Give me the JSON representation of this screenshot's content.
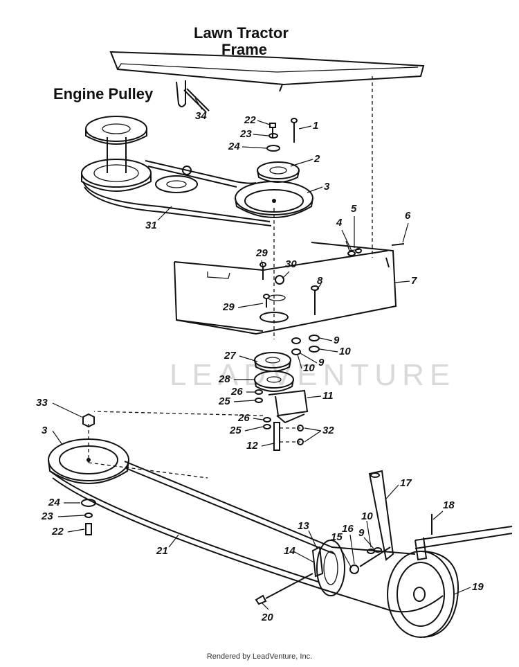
{
  "titles": {
    "frame": [
      "Lawn Tractor",
      "Frame"
    ],
    "engine_pulley": "Engine Pulley"
  },
  "watermark": "LEADVENTURE",
  "footer": "Rendered by LeadVenture, Inc.",
  "callouts": [
    "34",
    "22",
    "23",
    "24",
    "1",
    "2",
    "3",
    "31",
    "5",
    "4",
    "6",
    "29",
    "30",
    "8",
    "7",
    "29",
    "9",
    "10",
    "9",
    "27",
    "10",
    "28",
    "26",
    "25",
    "11",
    "26",
    "25",
    "32",
    "12",
    "33",
    "3",
    "24",
    "23",
    "22",
    "21",
    "17",
    "18",
    "10",
    "9",
    "13",
    "16",
    "15",
    "14",
    "19",
    "20"
  ]
}
